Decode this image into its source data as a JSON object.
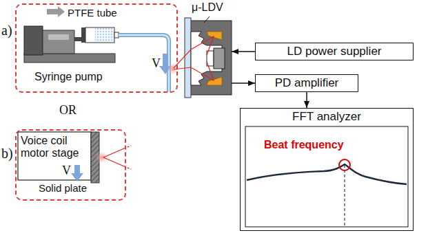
{
  "diagram": {
    "nodes": [
      {
        "text": [
          "a)"
        ]
      },
      {
        "text": [
          "μ-LDV"
        ]
      },
      {
        "text": [
          "LD power supplier"
        ]
      },
      {
        "text": [
          "PD amplifier"
        ]
      },
      {
        "text": [
          "b)"
        ]
      },
      {
        "text": [
          "FFT analyzer",
          "Beat frequency"
        ]
      }
    ],
    "edges": [
      {
        "from": 2,
        "to": 1,
        "arrow": "to"
      },
      {
        "from": 1,
        "to": 3,
        "arrow": "to"
      },
      {
        "from": 3,
        "to": 5,
        "arrow": "to"
      }
    ],
    "labels": [
      "PTFE tube",
      "Syringe pump",
      "V",
      "OR",
      "Voice coil motor stage",
      "Solid plate",
      "V"
    ]
  }
}
